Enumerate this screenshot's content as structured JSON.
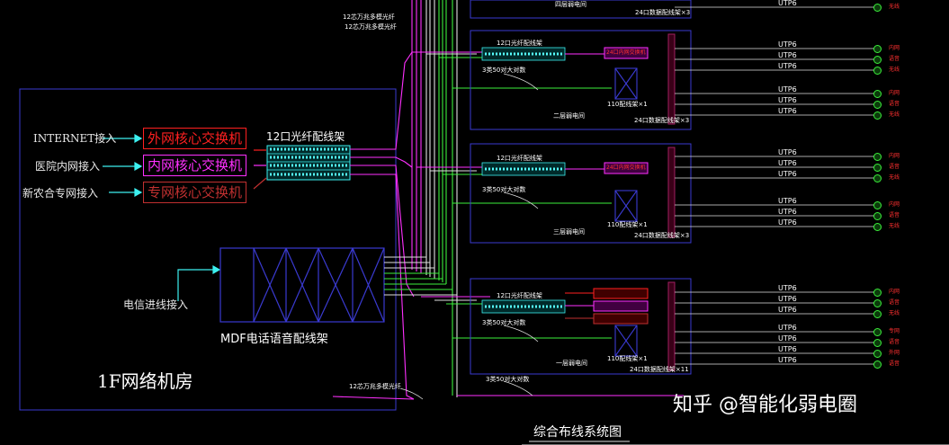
{
  "inputs": {
    "internet": "INTERNET接入",
    "hospital": "医院内网接入",
    "nrcms": "新农合专网接入",
    "telecom": "电信进线接入"
  },
  "switches": {
    "external": "外网核心交换机",
    "internal": "内网核心交换机",
    "dedicated": "专网核心交换机"
  },
  "fiber_panel_main": "12口光纤配线架",
  "mdf_label": "MDF电话语音配线架",
  "room_label": "1F网络机房",
  "cable_top": [
    "12芯万兆多模光纤",
    "12芯万兆多模光纤"
  ],
  "cable_bottom": "12芯万兆多模光纤",
  "floor_cabinet": {
    "fiber_panel": "12口光纤配线架",
    "voice_cable": "3类50对大对数",
    "patch_110": "110配线架×1",
    "switch_label": "24口内网交换机",
    "utp": "UTP6"
  },
  "floor_units": [
    {
      "name": "二层弱电间",
      "panel": "24口数据配线架×3"
    },
    {
      "name": "三层弱电间",
      "panel": "24口数据配线架×3"
    },
    {
      "name": "一层弱电间",
      "panel": "24口数据配线架×11"
    }
  ],
  "top_unit": {
    "name": "四层弱电间",
    "panel": "24口数据配线架×3"
  },
  "bottom_voice": "3类50对大对数",
  "outlet_labels": {
    "internal": "内网",
    "voice": "语音",
    "wireless": "无线",
    "dedicated": "专网",
    "external": "外网"
  },
  "diagram_title": "综合布线系统图",
  "watermark": "知乎 @智能化弱电圈"
}
